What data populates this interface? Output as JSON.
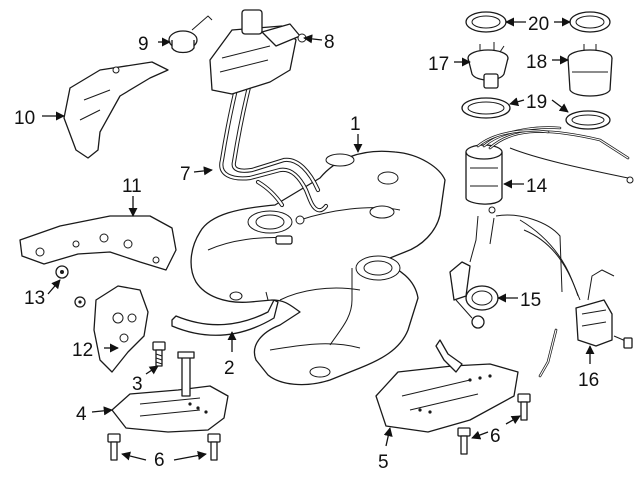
{
  "callouts": {
    "c1": "1",
    "c2": "2",
    "c3": "3",
    "c4": "4",
    "c5": "5",
    "c6a": "6",
    "c6b": "6",
    "c7": "7",
    "c8": "8",
    "c9": "9",
    "c10": "10",
    "c11": "11",
    "c12": "12",
    "c13": "13",
    "c14": "14",
    "c15": "15",
    "c16": "16",
    "c17": "17",
    "c18": "18",
    "c19": "19",
    "c20": "20"
  },
  "colors": {
    "ink": "#1a1a1a",
    "paper": "#ffffff"
  }
}
